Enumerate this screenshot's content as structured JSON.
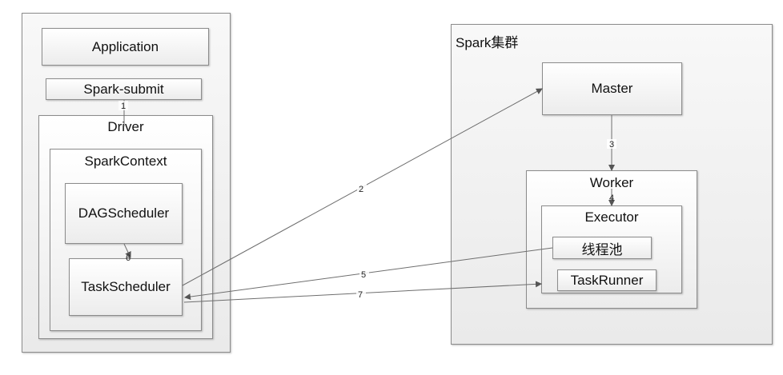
{
  "left": {
    "application": "Application",
    "spark_submit": "Spark-submit",
    "driver": "Driver",
    "spark_context": "SparkContext",
    "dag_scheduler": "DAGScheduler",
    "task_scheduler": "TaskScheduler"
  },
  "cluster": {
    "title": "Spark集群",
    "master": "Master",
    "worker": "Worker",
    "executor": "Executor",
    "thread_pool": "线程池",
    "task_runner": "TaskRunner"
  },
  "arrows": {
    "a1": "1",
    "a2": "2",
    "a3": "3",
    "a4": "4",
    "a5": "5",
    "a6": "6",
    "a7": "7"
  }
}
